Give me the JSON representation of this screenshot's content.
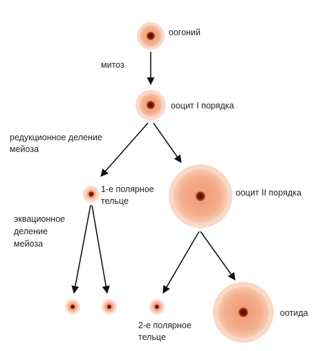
{
  "labels": {
    "oogonium": "оогоний",
    "mitosis": "митоз",
    "oocyte1": "ооцит I порядка",
    "reduction_line1": "редукционное деление",
    "reduction_line2": "мейоза",
    "polar1_line1": "1-е полярное",
    "polar1_line2": "тельце",
    "oocyte2": "ооцит II порядка",
    "equational_line1": "эквационное",
    "equational_line2": "деление",
    "equational_line3": "мейоза",
    "polar2_line1": "2-е полярное",
    "polar2_line2": "тельце",
    "ootid": "оотида"
  },
  "colors": {
    "cell_fill": "#f4ad8a",
    "cell_edge": "#f7c6ac",
    "nucleus": "#6b1a08",
    "nucleus_halo": "#c75a2a",
    "arrow": "#111111",
    "text": "#222222"
  }
}
